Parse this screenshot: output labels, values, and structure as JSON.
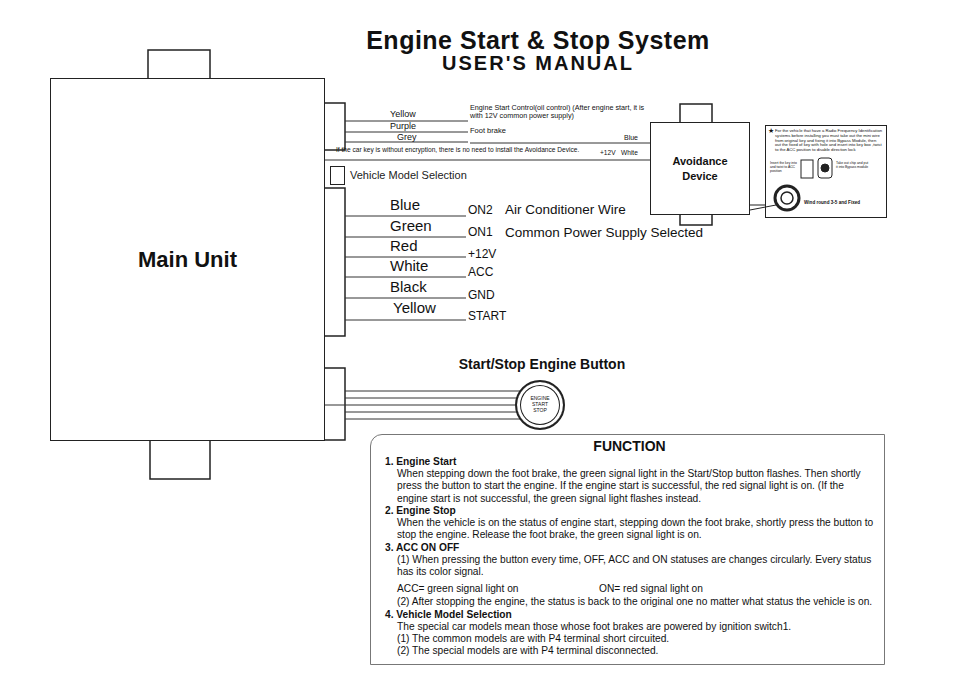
{
  "diagram": {
    "title": "Engine Start & Stop System",
    "nodes": [
      {
        "text": [
          "Main Unit"
        ]
      },
      {
        "text": [
          "Vehicle Model Selection"
        ]
      },
      {
        "text": [
          "Avoidance Device"
        ]
      },
      {
        "text": [
          "★",
          "For the vehicle that have a Radio Frequency Identification systems before installing you must take out the mini wire from original key and fixing it into Bypass Module, then out the fixed of key with hole and insert into key box ,twist to the ACC position to disable direction lock",
          "Insert the key into and twist to ACC position",
          "Take out chip and put it into Bypass module",
          "Wind round 3-5 and Fixed"
        ]
      },
      {
        "text": [
          "Start/Stop Engine Button",
          "ENGINE START STOP"
        ]
      },
      {
        "text": [
          "FUNCTION",
          "1. Engine Start",
          "When stepping down the foot brake, the green signal light in the Start/Stop button flashes. Then shortly press the button to start the engine. If the engine start is successful, the red signal light is on. (If the engine start is not successful, the green signal light flashes instead.",
          "2. Engine Stop",
          "When the vehicle is on the status of engine start, stepping down the foot brake, shortly press the button to stop the engine. Release the foot brake, the green signal light is on.",
          "3. ACC ON OFF",
          "(1) When pressing the button every time, OFF, ACC and ON statuses are changes circularly. Every status has its color signal.",
          "ACC= green signal light on",
          "ON= red signal light on",
          "(2) After stopping the engine, the status is back to the original one no matter what status the vehicle is on.",
          "4. Vehicle Model Selection",
          "The special car models mean those whose foot brakes are powered by ignition switch1.",
          "(1) The common models are with P4 terminal short circuited.",
          "(2) The special models are with P4 terminal disconnected."
        ]
      }
    ],
    "edges": [
      {
        "from": 0,
        "to": 2,
        "arrow": "none"
      },
      {
        "from": 2,
        "to": 3,
        "arrow": "none"
      },
      {
        "from": 0,
        "to": 4,
        "arrow": "none"
      }
    ],
    "labels": [
      "USER'S MANUAL",
      "Yellow",
      "Purple",
      "Grey",
      "Engine Start Control(oil control) (After engine start, it is with 12V common power supply)",
      "Foot brake",
      "If the car key is without encryption, there is no need to install the Avoidance Device.",
      "+12V",
      "Blue",
      "White",
      "Blue",
      "ON2",
      "Air Conditioner Wire",
      "Green",
      "ON1",
      "Common Power Supply Selected",
      "Red",
      "+12V",
      "White",
      "ACC",
      "Black",
      "GND",
      "Yellow",
      "START"
    ]
  }
}
